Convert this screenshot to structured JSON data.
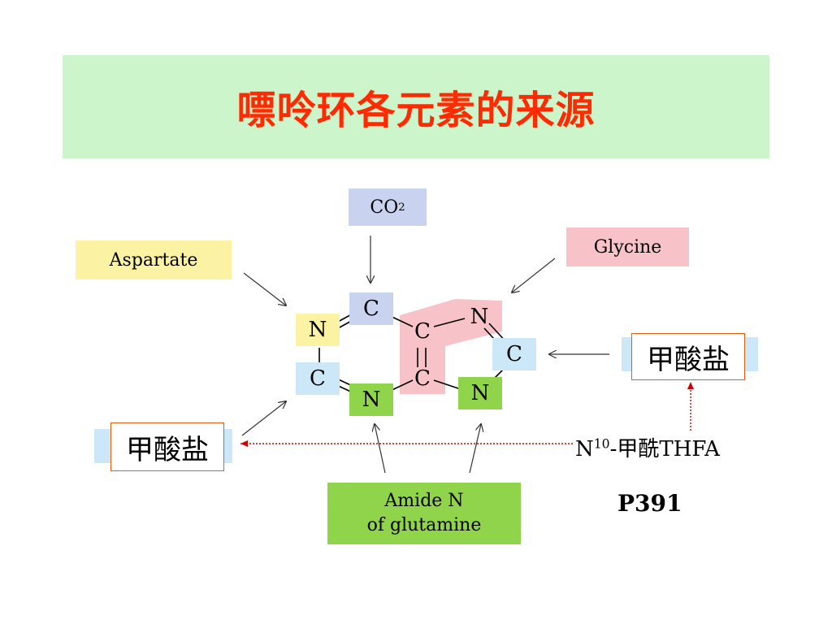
{
  "title": "嘌呤环各元素的来源",
  "sources": {
    "co2": {
      "text": "CO",
      "sub": "2"
    },
    "aspartate": "Aspartate",
    "glycine": "Glycine",
    "amide": {
      "line1": "Amide N",
      "line2": "of glutamine"
    }
  },
  "atoms": {
    "c_top": "C",
    "n_left": "N",
    "c_left": "C",
    "n_bottom": "N",
    "c4": "C",
    "c5": "C",
    "n7": "N",
    "c8": "C",
    "n9": "N"
  },
  "formate_right": "甲酸盐",
  "formate_left": "甲酸盐",
  "thfa": {
    "n": "N",
    "sup": "10",
    "rest": "-甲酰THFA"
  },
  "page_ref": "P391",
  "colors": {
    "title": "#ff2a00",
    "title_bg": "#ccf5cc",
    "co2_bg": "#c9d3f0",
    "aspartate_bg": "#fbf3a3",
    "glycine_bg": "#f8c3c8",
    "formate_bg": "#cce8f8",
    "glutamine_bg": "#8fd44a",
    "dotted_arrow": "#cc0000"
  }
}
